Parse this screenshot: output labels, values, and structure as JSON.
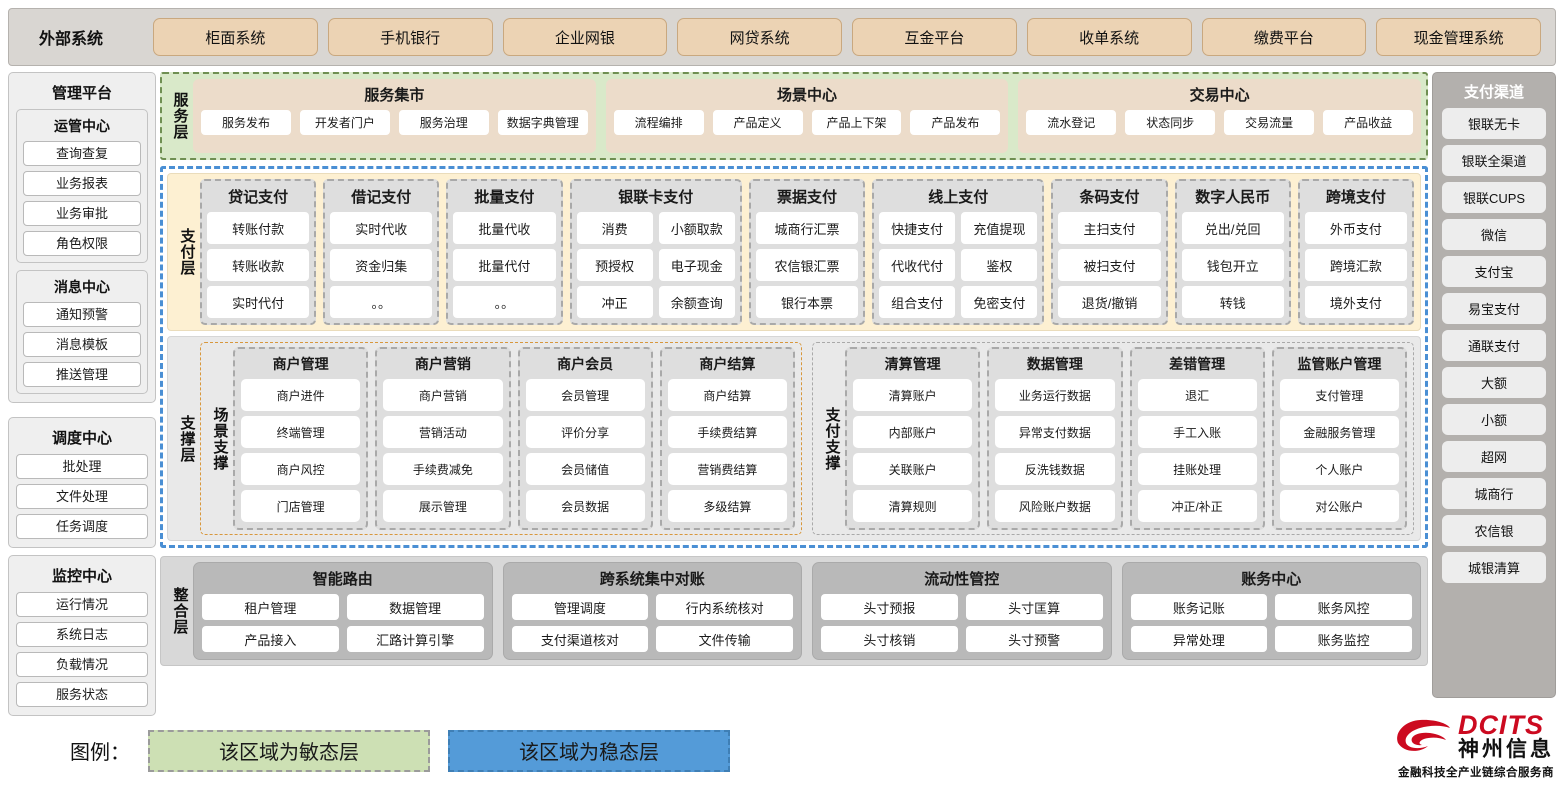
{
  "external": {
    "title": "外部系统",
    "items": [
      "柜面系统",
      "手机银行",
      "企业网银",
      "网贷系统",
      "互金平台",
      "收单系统",
      "缴费平台",
      "现金管理系统"
    ]
  },
  "left_sidebar": {
    "title": "管理平台",
    "groups": [
      {
        "title": "运管中心",
        "items": [
          "查询查复",
          "业务报表",
          "业务审批",
          "角色权限"
        ]
      },
      {
        "title": "消息中心",
        "items": [
          "通知预警",
          "消息模板",
          "推送管理"
        ]
      }
    ],
    "standalone": [
      {
        "title": "调度中心",
        "items": [
          "批处理",
          "文件处理",
          "任务调度"
        ]
      },
      {
        "title": "监控中心",
        "items": [
          "运行情况",
          "系统日志",
          "负载情况",
          "服务状态"
        ]
      }
    ]
  },
  "right_sidebar": {
    "title": "支付渠道",
    "items": [
      "银联无卡",
      "银联全渠道",
      "银联CUPS",
      "微信",
      "支付宝",
      "易宝支付",
      "通联支付",
      "大额",
      "小额",
      "超网",
      "城商行",
      "农信银",
      "城银清算"
    ]
  },
  "service_layer": {
    "label": "服务层",
    "groups": [
      {
        "title": "服务集市",
        "items": [
          "服务发布",
          "开发者门户",
          "服务治理",
          "数据字典管理"
        ]
      },
      {
        "title": "场景中心",
        "items": [
          "流程编排",
          "产品定义",
          "产品上下架",
          "产品发布"
        ]
      },
      {
        "title": "交易中心",
        "items": [
          "流水登记",
          "状态同步",
          "交易流量",
          "产品收益"
        ]
      }
    ]
  },
  "payment_layer": {
    "label": "支付层",
    "groups": [
      {
        "title": "贷记支付",
        "cols": 1,
        "rows": [
          [
            "转账付款"
          ],
          [
            "转账收款"
          ],
          [
            "实时代付"
          ]
        ]
      },
      {
        "title": "借记支付",
        "cols": 1,
        "rows": [
          [
            "实时代收"
          ],
          [
            "资金归集"
          ],
          [
            "。。"
          ]
        ]
      },
      {
        "title": "批量支付",
        "cols": 1,
        "rows": [
          [
            "批量代收"
          ],
          [
            "批量代付"
          ],
          [
            "。。"
          ]
        ]
      },
      {
        "title": "银联卡支付",
        "cols": 2,
        "rows": [
          [
            "消费",
            "小额取款"
          ],
          [
            "预授权",
            "电子现金"
          ],
          [
            "冲正",
            "余额查询"
          ]
        ]
      },
      {
        "title": "票据支付",
        "cols": 1,
        "rows": [
          [
            "城商行汇票"
          ],
          [
            "农信银汇票"
          ],
          [
            "银行本票"
          ]
        ]
      },
      {
        "title": "线上支付",
        "cols": 2,
        "rows": [
          [
            "快捷支付",
            "充值提现"
          ],
          [
            "代收代付",
            "鉴权"
          ],
          [
            "组合支付",
            "免密支付"
          ]
        ]
      },
      {
        "title": "条码支付",
        "cols": 1,
        "rows": [
          [
            "主扫支付"
          ],
          [
            "被扫支付"
          ],
          [
            "退货/撤销"
          ]
        ]
      },
      {
        "title": "数字人民币",
        "cols": 1,
        "rows": [
          [
            "兑出/兑回"
          ],
          [
            "钱包开立"
          ],
          [
            "转钱"
          ]
        ]
      },
      {
        "title": "跨境支付",
        "cols": 1,
        "rows": [
          [
            "外币支付"
          ],
          [
            "跨境汇款"
          ],
          [
            "境外支付"
          ]
        ]
      }
    ]
  },
  "support_layer": {
    "label": "支撑层",
    "areas": [
      {
        "label": "场景支撑",
        "style": "scene",
        "groups": [
          {
            "title": "商户管理",
            "items": [
              "商户进件",
              "终端管理",
              "商户风控",
              "门店管理"
            ]
          },
          {
            "title": "商户营销",
            "items": [
              "商户营销",
              "营销活动",
              "手续费减免",
              "展示管理"
            ]
          },
          {
            "title": "商户会员",
            "items": [
              "会员管理",
              "评价分享",
              "会员储值",
              "会员数据"
            ]
          },
          {
            "title": "商户结算",
            "items": [
              "商户结算",
              "手续费结算",
              "营销费结算",
              "多级结算"
            ]
          }
        ]
      },
      {
        "label": "支付支撑",
        "style": "paysup",
        "groups": [
          {
            "title": "清算管理",
            "items": [
              "清算账户",
              "内部账户",
              "关联账户",
              "清算规则"
            ]
          },
          {
            "title": "数据管理",
            "items": [
              "业务运行数据",
              "异常支付数据",
              "反洗钱数据",
              "风险账户数据"
            ]
          },
          {
            "title": "差错管理",
            "items": [
              "退汇",
              "手工入账",
              "挂账处理",
              "冲正/补正"
            ]
          },
          {
            "title": "监管账户管理",
            "items": [
              "支付管理",
              "金融服务管理",
              "个人账户",
              "对公账户"
            ]
          }
        ]
      }
    ]
  },
  "integration_layer": {
    "label": "整合层",
    "groups": [
      {
        "title": "智能路由",
        "rows": [
          [
            "租户管理",
            "数据管理"
          ],
          [
            "产品接入",
            "汇路计算引擎"
          ]
        ]
      },
      {
        "title": "跨系统集中对账",
        "rows": [
          [
            "管理调度",
            "行内系统核对"
          ],
          [
            "支付渠道核对",
            "文件传输"
          ]
        ]
      },
      {
        "title": "流动性管控",
        "rows": [
          [
            "头寸预报",
            "头寸匡算"
          ],
          [
            "头寸核销",
            "头寸预警"
          ]
        ]
      },
      {
        "title": "账务中心",
        "rows": [
          [
            "账务记账",
            "账务风控"
          ],
          [
            "异常处理",
            "账务监控"
          ]
        ]
      }
    ]
  },
  "legend": {
    "label": "图例：",
    "agile_text": "该区域为敏态层",
    "stable_text": "该区域为稳态层",
    "agile_color": "#cde0b4",
    "stable_color": "#549bd8"
  },
  "logo": {
    "brand_en": "DCITS",
    "brand_cn": "神州信息",
    "tagline": "金融科技全产业链综合服务商",
    "brand_color": "#cc0a20"
  }
}
